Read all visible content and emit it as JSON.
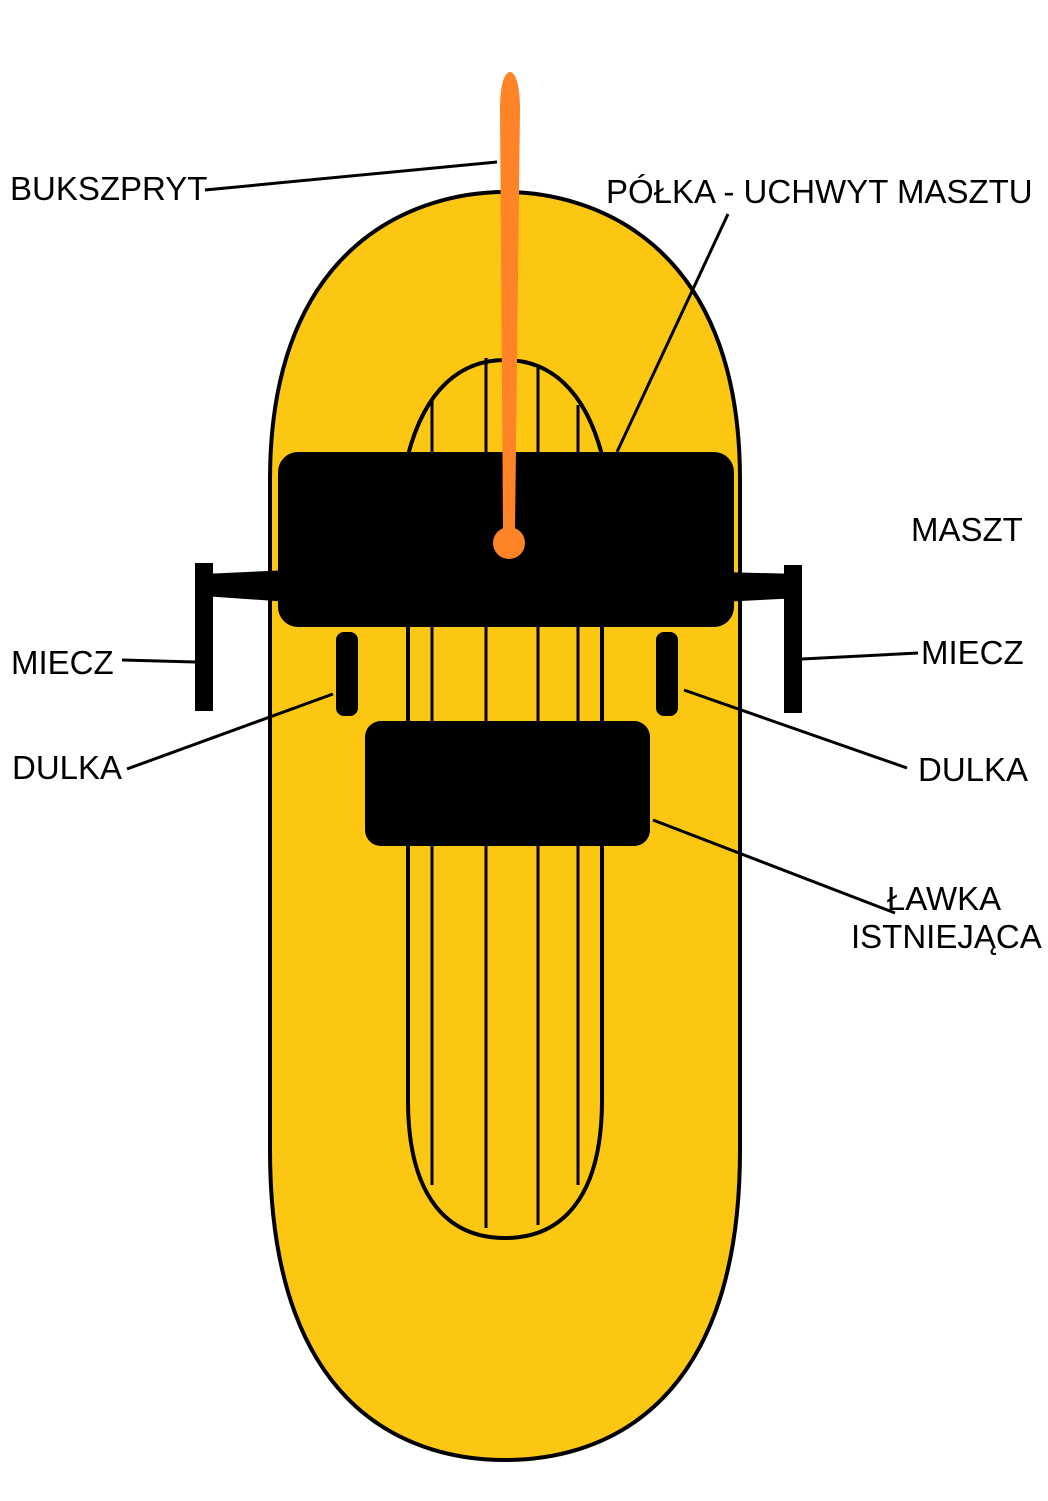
{
  "labels": {
    "bukszpryt": "BUKSZPRYT",
    "polka": "PÓŁKA - UCHWYT MASZTU",
    "maszt": "MASZT",
    "miecz_left": "MIECZ",
    "miecz_right": "MIECZ",
    "dulka_left": "DULKA",
    "dulka_right": "DULKA",
    "lawka_line1": "ŁAWKA",
    "lawka_line2": "ISTNIEJĄCA"
  },
  "colors": {
    "hull": "#FCC712",
    "outline": "#000000",
    "bowsprit": "#FF8427",
    "background": "#FFFFFF"
  }
}
